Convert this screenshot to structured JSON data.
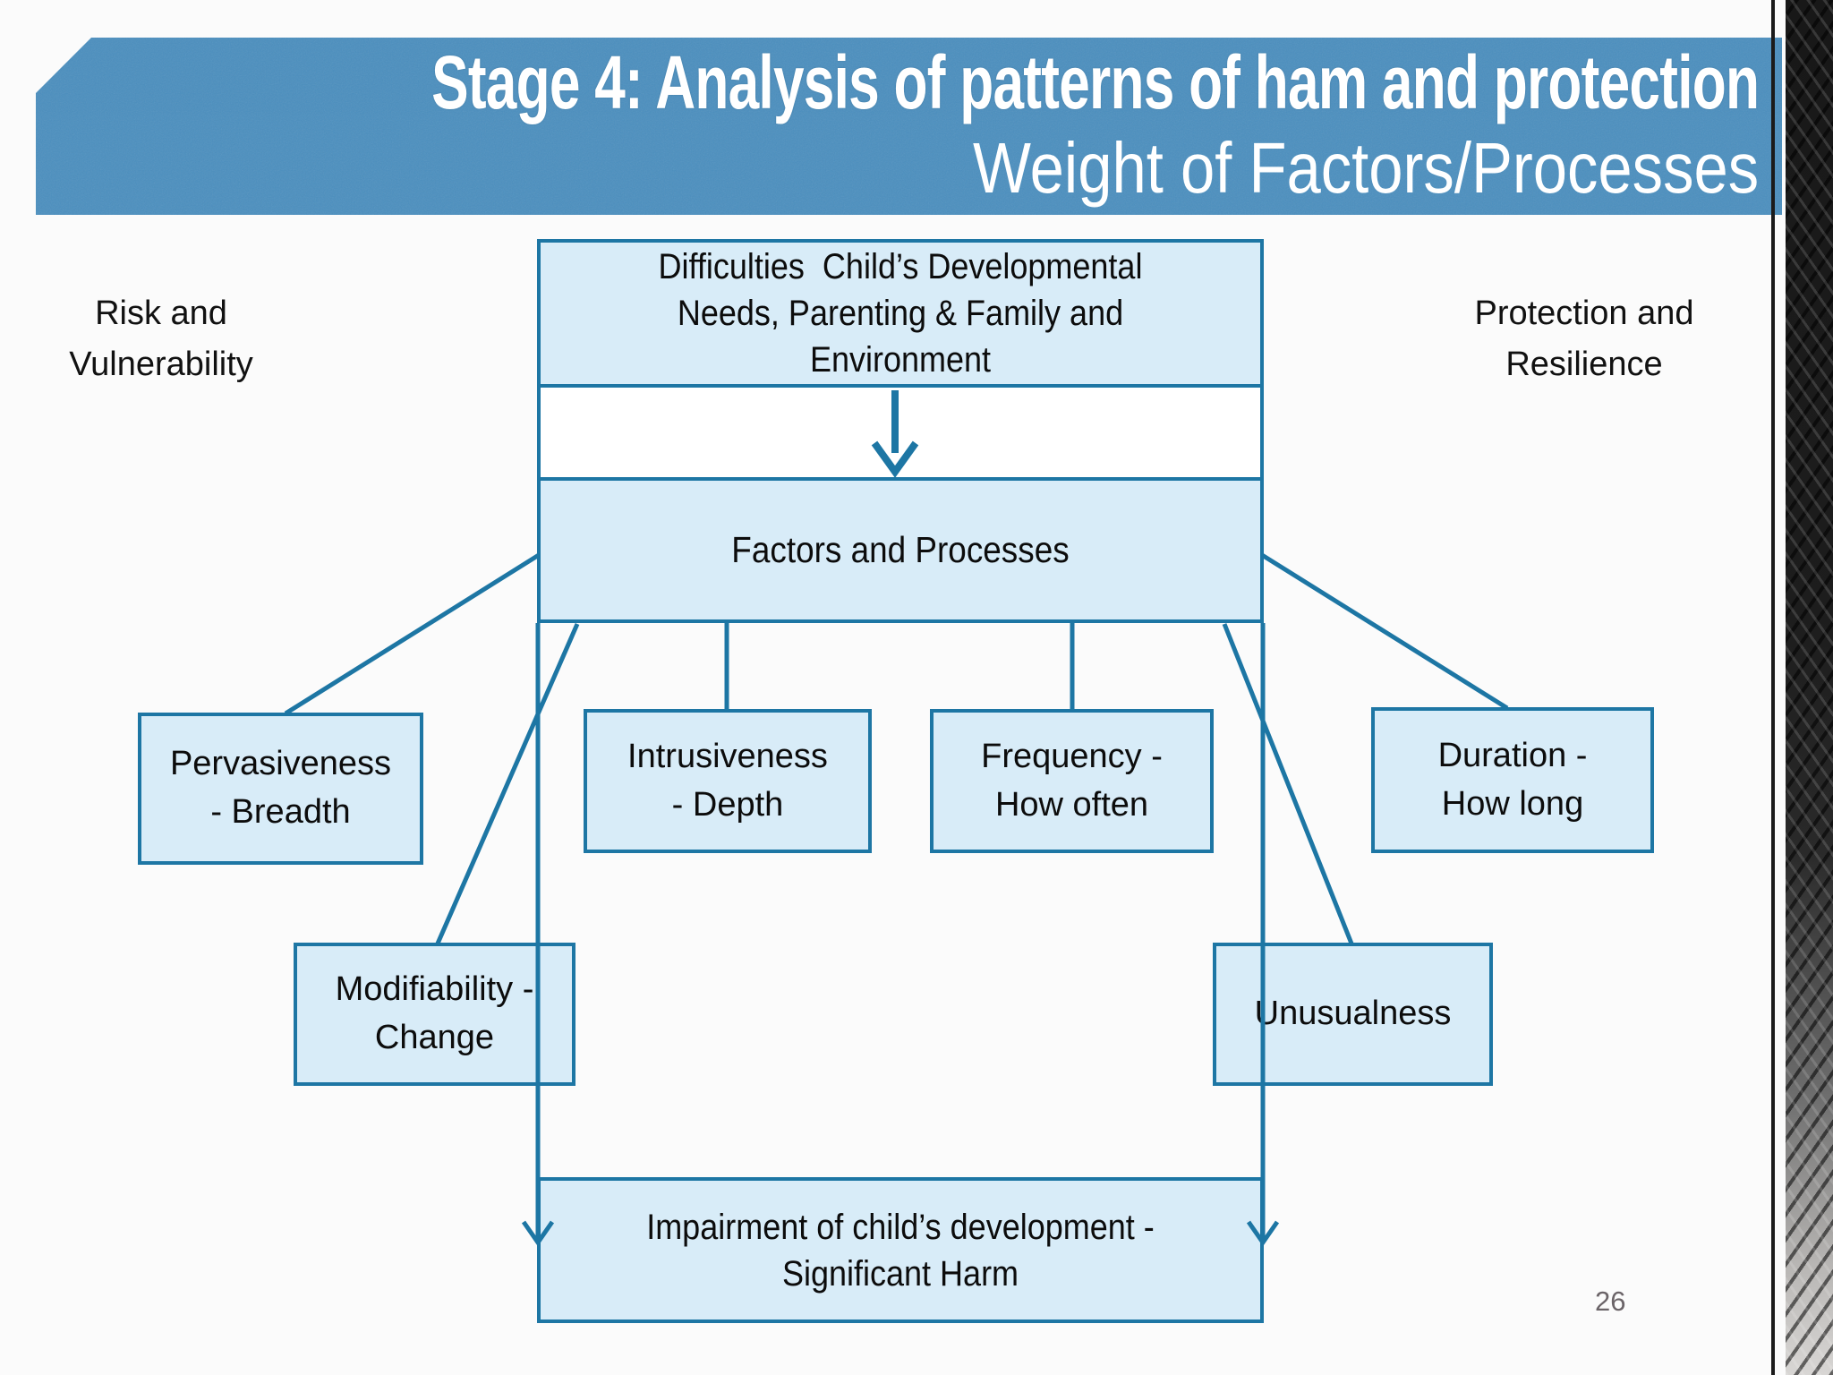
{
  "slide": {
    "title_line1": "Stage 4: Analysis of patterns of ham and protection",
    "title_line2": "Weight of Factors/Processes",
    "page_number": "26",
    "colors": {
      "banner_base": "#4b8fbf",
      "box_fill": "#d8ecf8",
      "box_border": "#1d76a4",
      "connector": "#1d76a4",
      "title_text": "#ffffff",
      "body_text": "#0c0c0c",
      "page_number_text": "#6b6468",
      "edge_line": "#1b1b1b"
    }
  },
  "labels": {
    "left": "Risk and\nVulnerability",
    "right": "Protection and\nResilience"
  },
  "diagram": {
    "top_box": "Difficulties  Child’s Developmental\nNeeds, Parenting & Family and\nEnvironment",
    "factors_box": "Factors and Processes",
    "bottom_box": "Impairment of child’s development -\nSignificant Harm",
    "branch_boxes": [
      {
        "id": "pervasiveness",
        "label": "Pervasiveness\n- Breadth"
      },
      {
        "id": "intrusiveness",
        "label": "Intrusiveness\n- Depth"
      },
      {
        "id": "frequency",
        "label": "Frequency -\nHow often"
      },
      {
        "id": "duration",
        "label": "Duration -\nHow long"
      },
      {
        "id": "modifiability",
        "label": "Modifiability -\nChange"
      },
      {
        "id": "unusualness",
        "label": "Unusualness"
      }
    ]
  }
}
